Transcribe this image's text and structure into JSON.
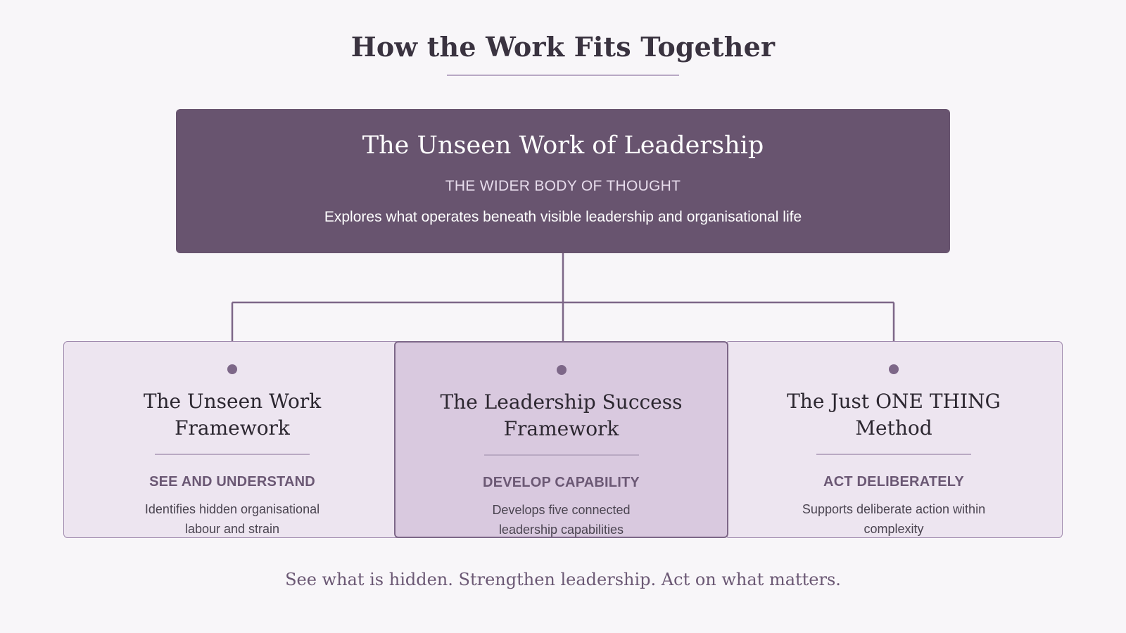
{
  "page": {
    "title": "How the Work Fits Together",
    "background": "#f8f6f9"
  },
  "top_box": {
    "title": "The Unseen Work of Leadership",
    "subtitle": "THE WIDER BODY OF THOUGHT",
    "description": "Explores what operates beneath visible leadership and organisational life",
    "color": "#68546f"
  },
  "cards": [
    {
      "title": "The Unseen Work Framework",
      "tag": "SEE AND UNDERSTAND",
      "description": "Identifies hidden organisational labour and strain",
      "highlighted": false
    },
    {
      "title": "The Leadership Success Framework",
      "tag": "DEVELOP CAPABILITY",
      "description": "Develops five connected leadership capabilities",
      "highlighted": true
    },
    {
      "title": "The Just ONE THING Method",
      "tag": "ACT DELIBERATELY",
      "description": "Supports deliberate action within complexity",
      "highlighted": false
    }
  ],
  "footer": {
    "tagline": "See what is hidden. Strengthen leadership. Act on what matters."
  },
  "colors": {
    "accent": "#7d6788",
    "card_fill": "#ede5f0",
    "card_fill_highlight": "#d9c9df"
  }
}
